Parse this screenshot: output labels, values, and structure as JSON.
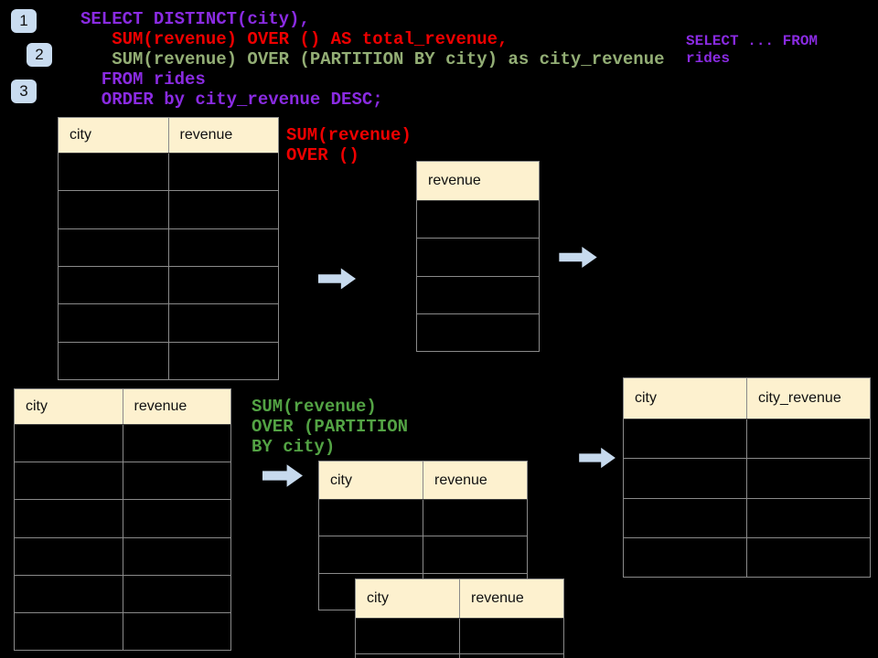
{
  "palette": {
    "background": "#000000",
    "code_purple": "#8A2BE2",
    "code_red": "#EE0000",
    "code_green_light": "#93AE75",
    "annotation_green": "#53A344",
    "arrow_fill": "#C7DAEE",
    "badge_fill": "#C9DCF0",
    "table_header_fill": "#FDF1CF",
    "table_border": "#8A8A8A"
  },
  "step_badges": [
    {
      "label": "1"
    },
    {
      "label": "2"
    },
    {
      "label": "3"
    }
  ],
  "sql_code": {
    "lines": [
      {
        "text": "SELECT DISTINCT(city),",
        "color": "code_purple"
      },
      {
        "text": "   SUM(revenue) OVER () AS total_revenue,",
        "color": "code_red"
      },
      {
        "text": "   SUM(revenue) OVER (PARTITION BY city) as city_revenue",
        "color": "code_green_light"
      },
      {
        "text": "  FROM rides",
        "color": "code_purple"
      },
      {
        "text": "  ORDER by city_revenue DESC;",
        "color": "code_purple"
      }
    ]
  },
  "side_code": {
    "lines": [
      {
        "text": "SELECT ... FROM",
        "color": "code_purple"
      },
      {
        "text": "rides",
        "color": "code_purple"
      }
    ]
  },
  "annotations": {
    "total_revenue": {
      "lines": [
        {
          "text": "SUM(revenue)",
          "color": "code_red"
        },
        {
          "text": "OVER ()",
          "color": "code_red"
        }
      ]
    },
    "partition": {
      "lines": [
        {
          "text": "SUM(revenue)",
          "color": "annotation_green"
        },
        {
          "text": "OVER (PARTITION",
          "color": "annotation_green"
        },
        {
          "text": "BY city)",
          "color": "annotation_green"
        }
      ]
    }
  },
  "tables": {
    "source_full": {
      "columns": [
        "city",
        "revenue"
      ],
      "row_count": 6
    },
    "total_revenue_result": {
      "columns": [
        "revenue"
      ],
      "row_count": 4
    },
    "source_partition": {
      "columns": [
        "city",
        "revenue"
      ],
      "row_count": 6
    },
    "partition_group_a": {
      "columns": [
        "city",
        "revenue"
      ],
      "row_count": 3
    },
    "partition_group_b": {
      "columns": [
        "city",
        "revenue"
      ],
      "row_count": 2
    },
    "partition_result": {
      "columns": [
        "city",
        "city_revenue"
      ],
      "row_count": 4
    }
  }
}
